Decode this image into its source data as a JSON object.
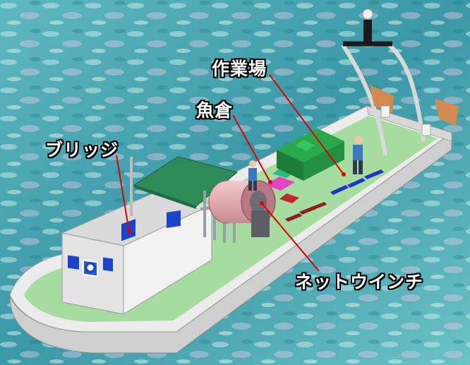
{
  "labels": {
    "workspace": "作業場",
    "fish_hold": "魚倉",
    "bridge": "ブリッジ",
    "net_winch": "ネットウインチ"
  },
  "colors": {
    "sea": "#3f9ea8",
    "deck": "#a6dca0",
    "hull": "#e6e6e6",
    "bridge_roof": "#2e8b57",
    "leader_line": "#e00000",
    "window": "#1a44cc"
  }
}
